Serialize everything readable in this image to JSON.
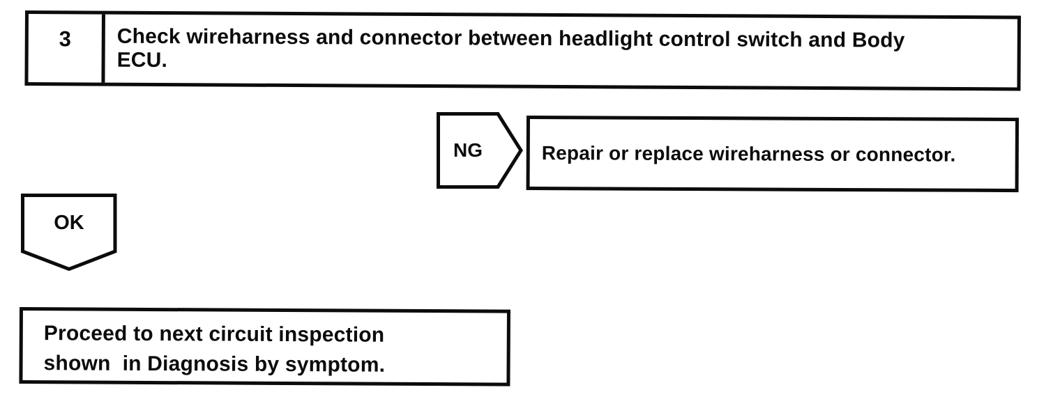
{
  "colors": {
    "ink": "#0c0c0c",
    "paper": "#ffffff"
  },
  "step_box": {
    "number": "3",
    "lines": [
      "Check wireharness and connector between headlight control switch and Body",
      "ECU."
    ]
  },
  "ng_path": {
    "label": "NG",
    "result": "Repair or replace wireharness or connector."
  },
  "ok_path": {
    "label": "OK",
    "result_lines": [
      "Proceed to next circuit inspection",
      "shown  in Diagnosis by symptom."
    ]
  }
}
